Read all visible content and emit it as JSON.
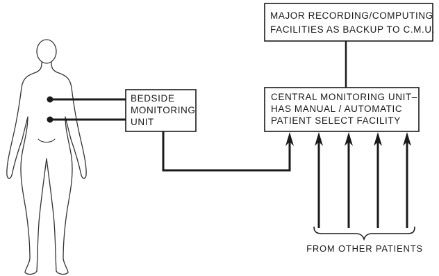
{
  "boxes": {
    "major_recording": {
      "line1": "MAJOR RECORDING/COMPUTING",
      "line2": "FACILITIES AS BACKUP TO C.M.U."
    },
    "central_monitoring_unit": {
      "line1": "CENTRAL MONITORING UNIT–",
      "line2": "HAS MANUAL / AUTOMATIC",
      "line3": "PATIENT SELECT FACILITY"
    },
    "bedside_monitoring_unit": {
      "line1": "BEDSIDE",
      "line2": "MONITORING",
      "line3": "UNIT"
    }
  },
  "captions": {
    "other_patients": "FROM OTHER PATIENTS"
  },
  "colors": {
    "line": "#1a1a1a",
    "background": "#ffffff"
  }
}
